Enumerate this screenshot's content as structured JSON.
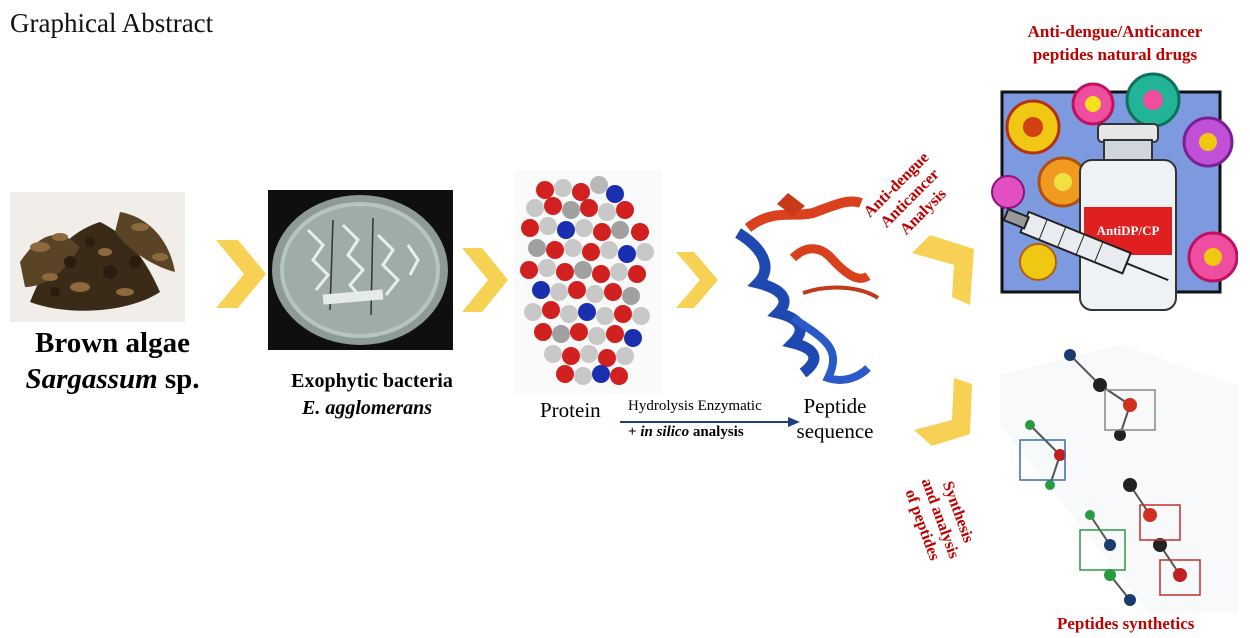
{
  "title": "Graphical Abstract",
  "algae": {
    "line1": "Brown algae",
    "line2_italic": "Sargassum",
    "line2_rest": " sp."
  },
  "bacteria": {
    "line1": "Exophytic bacteria",
    "line2": "E. agglomerans"
  },
  "protein_label": "Protein",
  "peptide_label_1": "Peptide",
  "peptide_label_2": "sequence",
  "arrow_top": "Hydrolysis Enzymatic",
  "arrow_bottom_pre": "+ ",
  "arrow_bottom_italic": "in silico",
  "arrow_bottom_post": " analysis",
  "upper_branch": [
    "Anti-dengue",
    "Anticancer",
    "Analysis"
  ],
  "lower_branch": [
    "Synthesis",
    "and analysis",
    "of peptides"
  ],
  "drugs_title": [
    "Anti-dengue/Anticancer",
    "peptides natural drugs"
  ],
  "bottle_label": "AntiDP/CP",
  "synthetics_label": "Peptides synthetics",
  "colors": {
    "chevron": "#f7d154",
    "label_red": "#c00000",
    "arrow": "#1f3f7a"
  }
}
